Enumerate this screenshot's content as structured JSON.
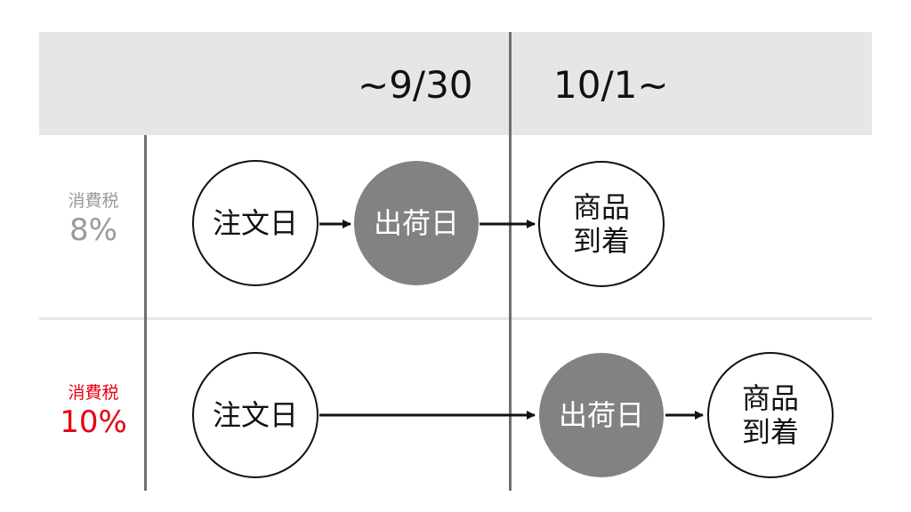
{
  "header": {
    "before_label": "~9/30",
    "after_label": "10/1~"
  },
  "rows": [
    {
      "tax_name": "消費税",
      "tax_rate": "8%",
      "label_color": "#9a9a9a",
      "nodes": {
        "order": "注文日",
        "ship": "出荷日",
        "arrival_line1": "商品",
        "arrival_line2": "到着"
      }
    },
    {
      "tax_name": "消費税",
      "tax_rate": "10%",
      "label_color": "#e60012",
      "nodes": {
        "order": "注文日",
        "ship": "出荷日",
        "arrival_line1": "商品",
        "arrival_line2": "到着"
      }
    }
  ],
  "colors": {
    "header_bg": "#e6e6e6",
    "filled_node": "#828282",
    "divider": "#707070"
  }
}
